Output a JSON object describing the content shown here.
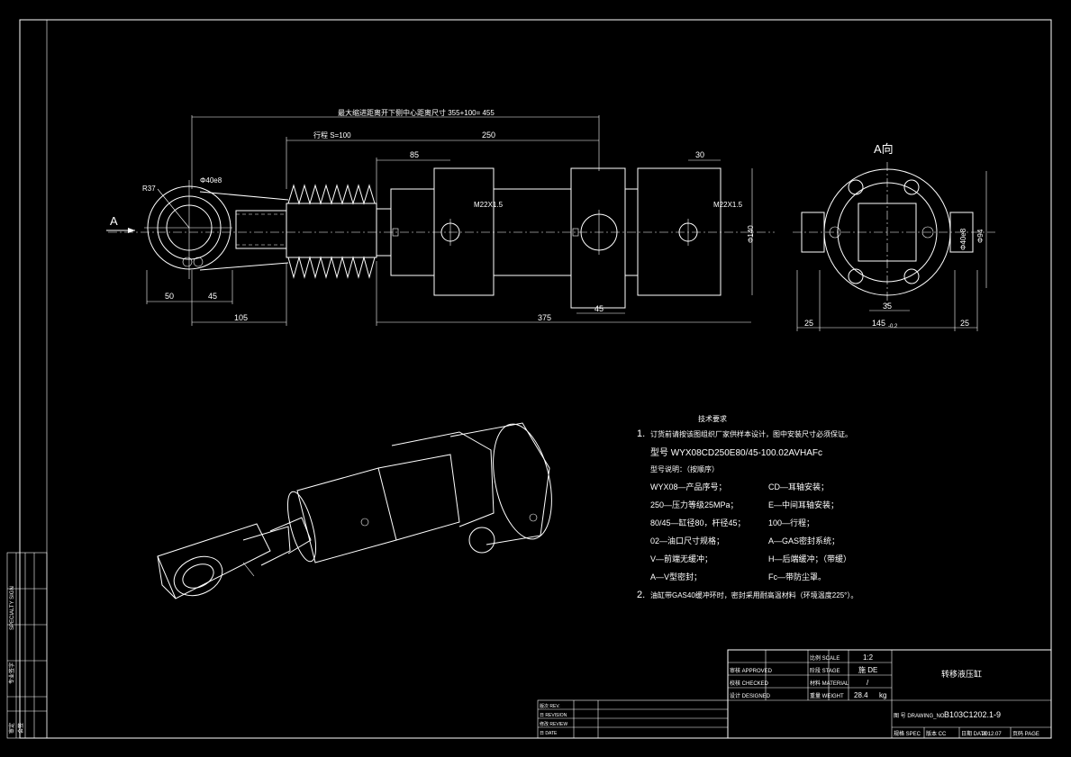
{
  "drawing": {
    "frame_bg": "#000000",
    "line_color": "#ffffff",
    "view_a_label": "A",
    "view_a_title": "A向",
    "dims": {
      "overall": "最大缩进距离开下侧中心距离尺寸 355+100= 455",
      "stroke": "行程 S=100",
      "d250": "250",
      "d85": "85",
      "d30": "30",
      "d50": "50",
      "d45a": "45",
      "d105": "105",
      "d375": "375",
      "d45b": "45",
      "r": "R37",
      "pin": "Φ40e8",
      "port1": "M22X1.5",
      "port2": "M22X1.5",
      "phi140": "Φ140",
      "phi40e8": "Φ40e8",
      "phi94": "Φ94",
      "d25a": "25",
      "d35": "35",
      "d145": "145",
      "d145_tol": "-0.2",
      "d25b": "25"
    },
    "notes": {
      "title": "技术要求",
      "item1_num": "1.",
      "item1": "订货前请按该图组织厂家供样本设计，图中安装尺寸必须保证。",
      "model": "型号 WYX08CD250E80/45-100.02AVHAFc",
      "model_desc": "型号说明：（按顺序）",
      "spec": [
        {
          "left": "WYX08—产品序号；",
          "right": "CD—耳轴安装；"
        },
        {
          "left": "250—压力等级25MPa；",
          "right": "E—中间耳轴安装；"
        },
        {
          "left": "80/45—缸径80，杆径45；",
          "right": "100—行程；"
        },
        {
          "left": "02—油口尺寸规格；",
          "right": "A—GAS密封系统；"
        },
        {
          "left": "V—前端无缓冲；",
          "right": "H—后端缓冲；（带缓）"
        },
        {
          "left": "A—V型密封；",
          "right": "Fc—带防尘罩。"
        }
      ],
      "item2_num": "2.",
      "item2": "油缸带GAS40缓冲环时，密封采用耐高温材料（环境温度225°）。"
    },
    "left_stamp": {
      "col1": "专业签字",
      "col2": "SPECIALTY SIGN",
      "col3": "审定",
      "col4": "会签"
    },
    "title_block": {
      "part_name": "转移液压缸",
      "scale_label": "比例 SCALE",
      "scale": "1:2",
      "stage_label": "阶段 STAGE",
      "stage": "施 DE",
      "material_label": "材料 MATERIAL",
      "material": "/",
      "weight_label": "重量 WEIGHT",
      "weight": "28.4",
      "weight_unit": "kg",
      "approved": "审核 APPROVED",
      "checked": "校核 CHECKED",
      "designed": "设计 DESIGNED",
      "drawing_no_label": "图 号 DRAWING_NO.",
      "drawing_no": "B103C1202.1-9",
      "spec_label": "规格 SPEC",
      "spec_val": "版本 CC",
      "date_label": "日期 DATE",
      "date": "2012.07",
      "page_label": "页码 PAGE",
      "rev_rows": [
        "版次 REV.",
        "日 REVISION",
        "修改 REVIEW",
        "日 DATE"
      ]
    }
  }
}
